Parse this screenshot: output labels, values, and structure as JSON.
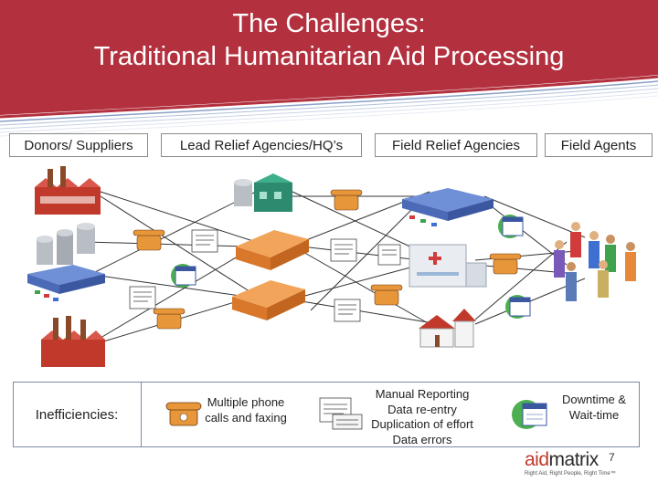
{
  "title": {
    "line1": "The Challenges:",
    "line2": "Traditional Humanitarian Aid Processing"
  },
  "columns": [
    "Donors/ Suppliers",
    "Lead Relief Agencies/HQ’s",
    "Field Relief Agencies",
    "Field Agents"
  ],
  "inefficiencies": {
    "label": "Inefficiencies:",
    "phone": [
      "Multiple phone",
      "calls and faxing"
    ],
    "reporting": [
      "Manual Reporting",
      "Data re-entry",
      "Duplication of effort",
      "Data errors"
    ],
    "downtime": [
      "Downtime &",
      "Wait-time"
    ]
  },
  "logo": {
    "aid": "aid",
    "matrix": "matrix",
    "tagline": "Right Aid, Right People, Right Time™"
  },
  "page_number": "7",
  "colors": {
    "header": "#b3313f",
    "factory": "#c0392b",
    "warehouse": "#e8883a",
    "phone": "#e8963a",
    "box_border": "#7a8aa5"
  },
  "icons": [
    "factory-icon",
    "silo-icon",
    "datacenter-icon",
    "warehouse-icon",
    "hospital-icon",
    "church-icon",
    "phone-icon",
    "fax-icon",
    "people-icon",
    "calendar-icon"
  ]
}
